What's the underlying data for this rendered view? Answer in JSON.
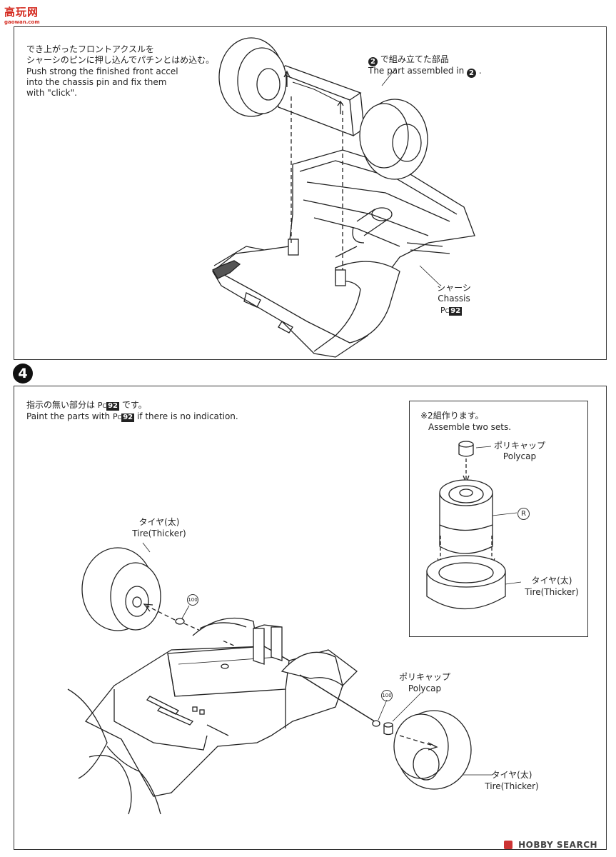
{
  "watermark_top": {
    "logo_text": "高玩网",
    "site": "gaowan.com"
  },
  "panel3": {
    "instruction_jp_1": "でき上がったフロントアクスルを",
    "instruction_jp_2": "シャーシのピンに押し込んでパチンとはめ込む。",
    "instruction_en_1": "Push strong the finished front accel",
    "instruction_en_2": "into the chassis pin and fix them",
    "instruction_en_3": "with \"click\".",
    "ref_step_num": "2",
    "ref_jp_suffix": "で組み立てた部品",
    "ref_en_prefix": "The part assembled in",
    "ref_en_suffix": ".",
    "chassis_jp": "シャーシ",
    "chassis_en": "Chassis",
    "paint_prefix": "P",
    "paint_sub": "C",
    "paint_code": "92"
  },
  "panel4": {
    "step_number": "4",
    "paint_jp_prefix": "指示の無い部分は",
    "paint_jp_suffix": "です。",
    "paint_en_prefix": "Paint the parts with",
    "paint_en_suffix": "if there is no indication.",
    "paint_prefix": "P",
    "paint_sub": "C",
    "paint_code": "92",
    "tire_left_jp": "タイヤ(太)",
    "tire_left_en": "Tire(Thicker)",
    "tire_right_jp": "タイヤ(太)",
    "tire_right_en": "Tire(Thicker)",
    "part_100_a": "100",
    "part_100_b": "100",
    "polycap_jp": "ポリキャップ",
    "polycap_en": "Polycap",
    "inset": {
      "note_jp": "※2組作ります。",
      "note_en": "Assemble two sets.",
      "polycap_jp": "ポリキャップ",
      "polycap_en": "Polycap",
      "wheel_label": "R",
      "tire_jp": "タイヤ(太)",
      "tire_en": "Tire(Thicker)"
    }
  },
  "watermark_bottom": {
    "brand": "HOBBY SEARCH"
  }
}
